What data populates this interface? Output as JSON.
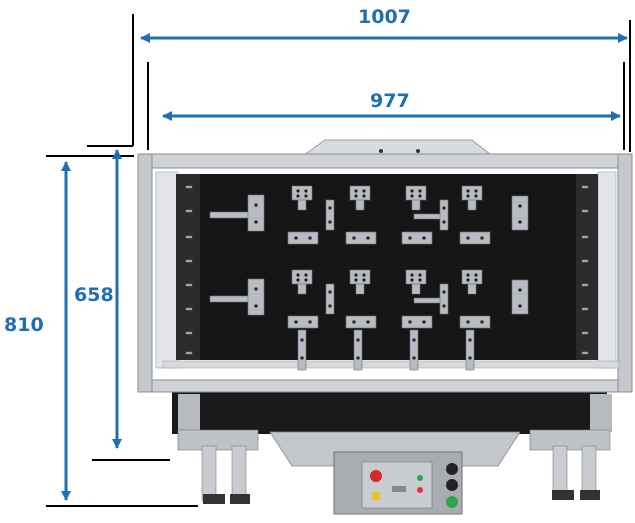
{
  "dimensions": {
    "overall_width": "1007",
    "inner_width": "977",
    "inner_height": "658",
    "overall_height": "810"
  },
  "colors": {
    "dimension": "#1f6fb2",
    "frame": "#c9ccd0",
    "frame_dark": "#8a8e93",
    "panel": "#151515",
    "fixture": "#b8bcc2",
    "control_box": "#a7abb0",
    "estop": "#d62828",
    "indicator_green": "#2ca84a",
    "indicator_yellow": "#e6c52a",
    "line": "#000000"
  },
  "icons": {
    "dimension_arrow": "double-arrow-icon",
    "emergency_stop": "estop-icon",
    "green_button": "start-button-icon",
    "black_button": "selector-knob-icon"
  }
}
